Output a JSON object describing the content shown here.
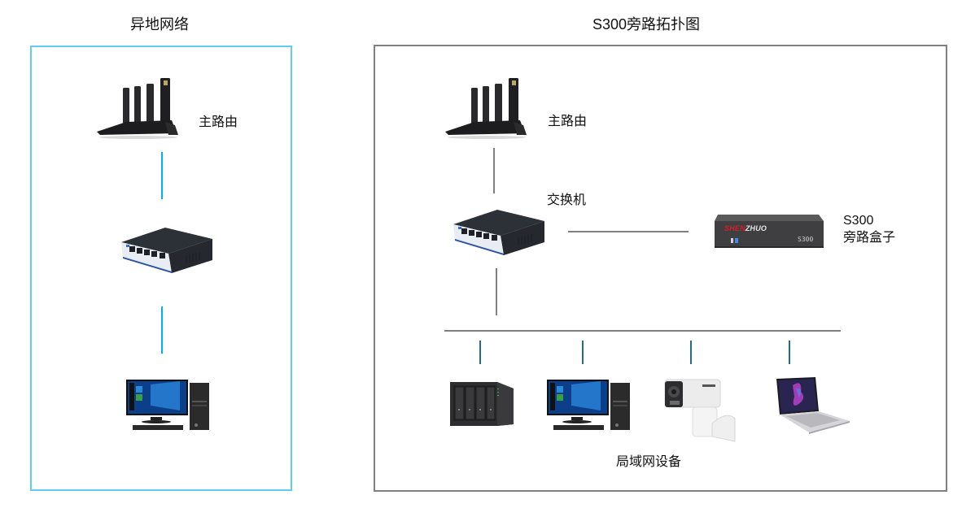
{
  "left_panel": {
    "title": "异地网络",
    "border_color": "#5fcdf2",
    "link_color": "#00b0f0",
    "devices": [
      {
        "id": "router",
        "icon": "wifi-router-icon",
        "label": "主路由"
      },
      {
        "id": "switch",
        "icon": "network-switch-icon",
        "label": ""
      },
      {
        "id": "pc",
        "icon": "desktop-computer-icon",
        "label": ""
      }
    ]
  },
  "right_panel": {
    "title": "S300旁路拓扑图",
    "border_color": "#808080",
    "link_color": "#808080",
    "router": {
      "icon": "wifi-router-icon",
      "label": "主路由"
    },
    "switch": {
      "icon": "network-switch-icon",
      "label": "交换机"
    },
    "bypass_box": {
      "icon": "s300-box-icon",
      "brand": "SHENZHUO",
      "brand_prefix": "SHEN",
      "brand_suffix": "ZHUO",
      "model": "S300",
      "label_line1": "S300",
      "label_line2": "旁路盒子"
    },
    "lan_devices": {
      "label": "局域网设备",
      "items": [
        {
          "icon": "nas-icon",
          "name": "NAS"
        },
        {
          "icon": "desktop-computer-icon",
          "name": "PC"
        },
        {
          "icon": "ip-camera-icon",
          "name": "Camera"
        },
        {
          "icon": "laptop-icon",
          "name": "Laptop"
        }
      ]
    }
  }
}
